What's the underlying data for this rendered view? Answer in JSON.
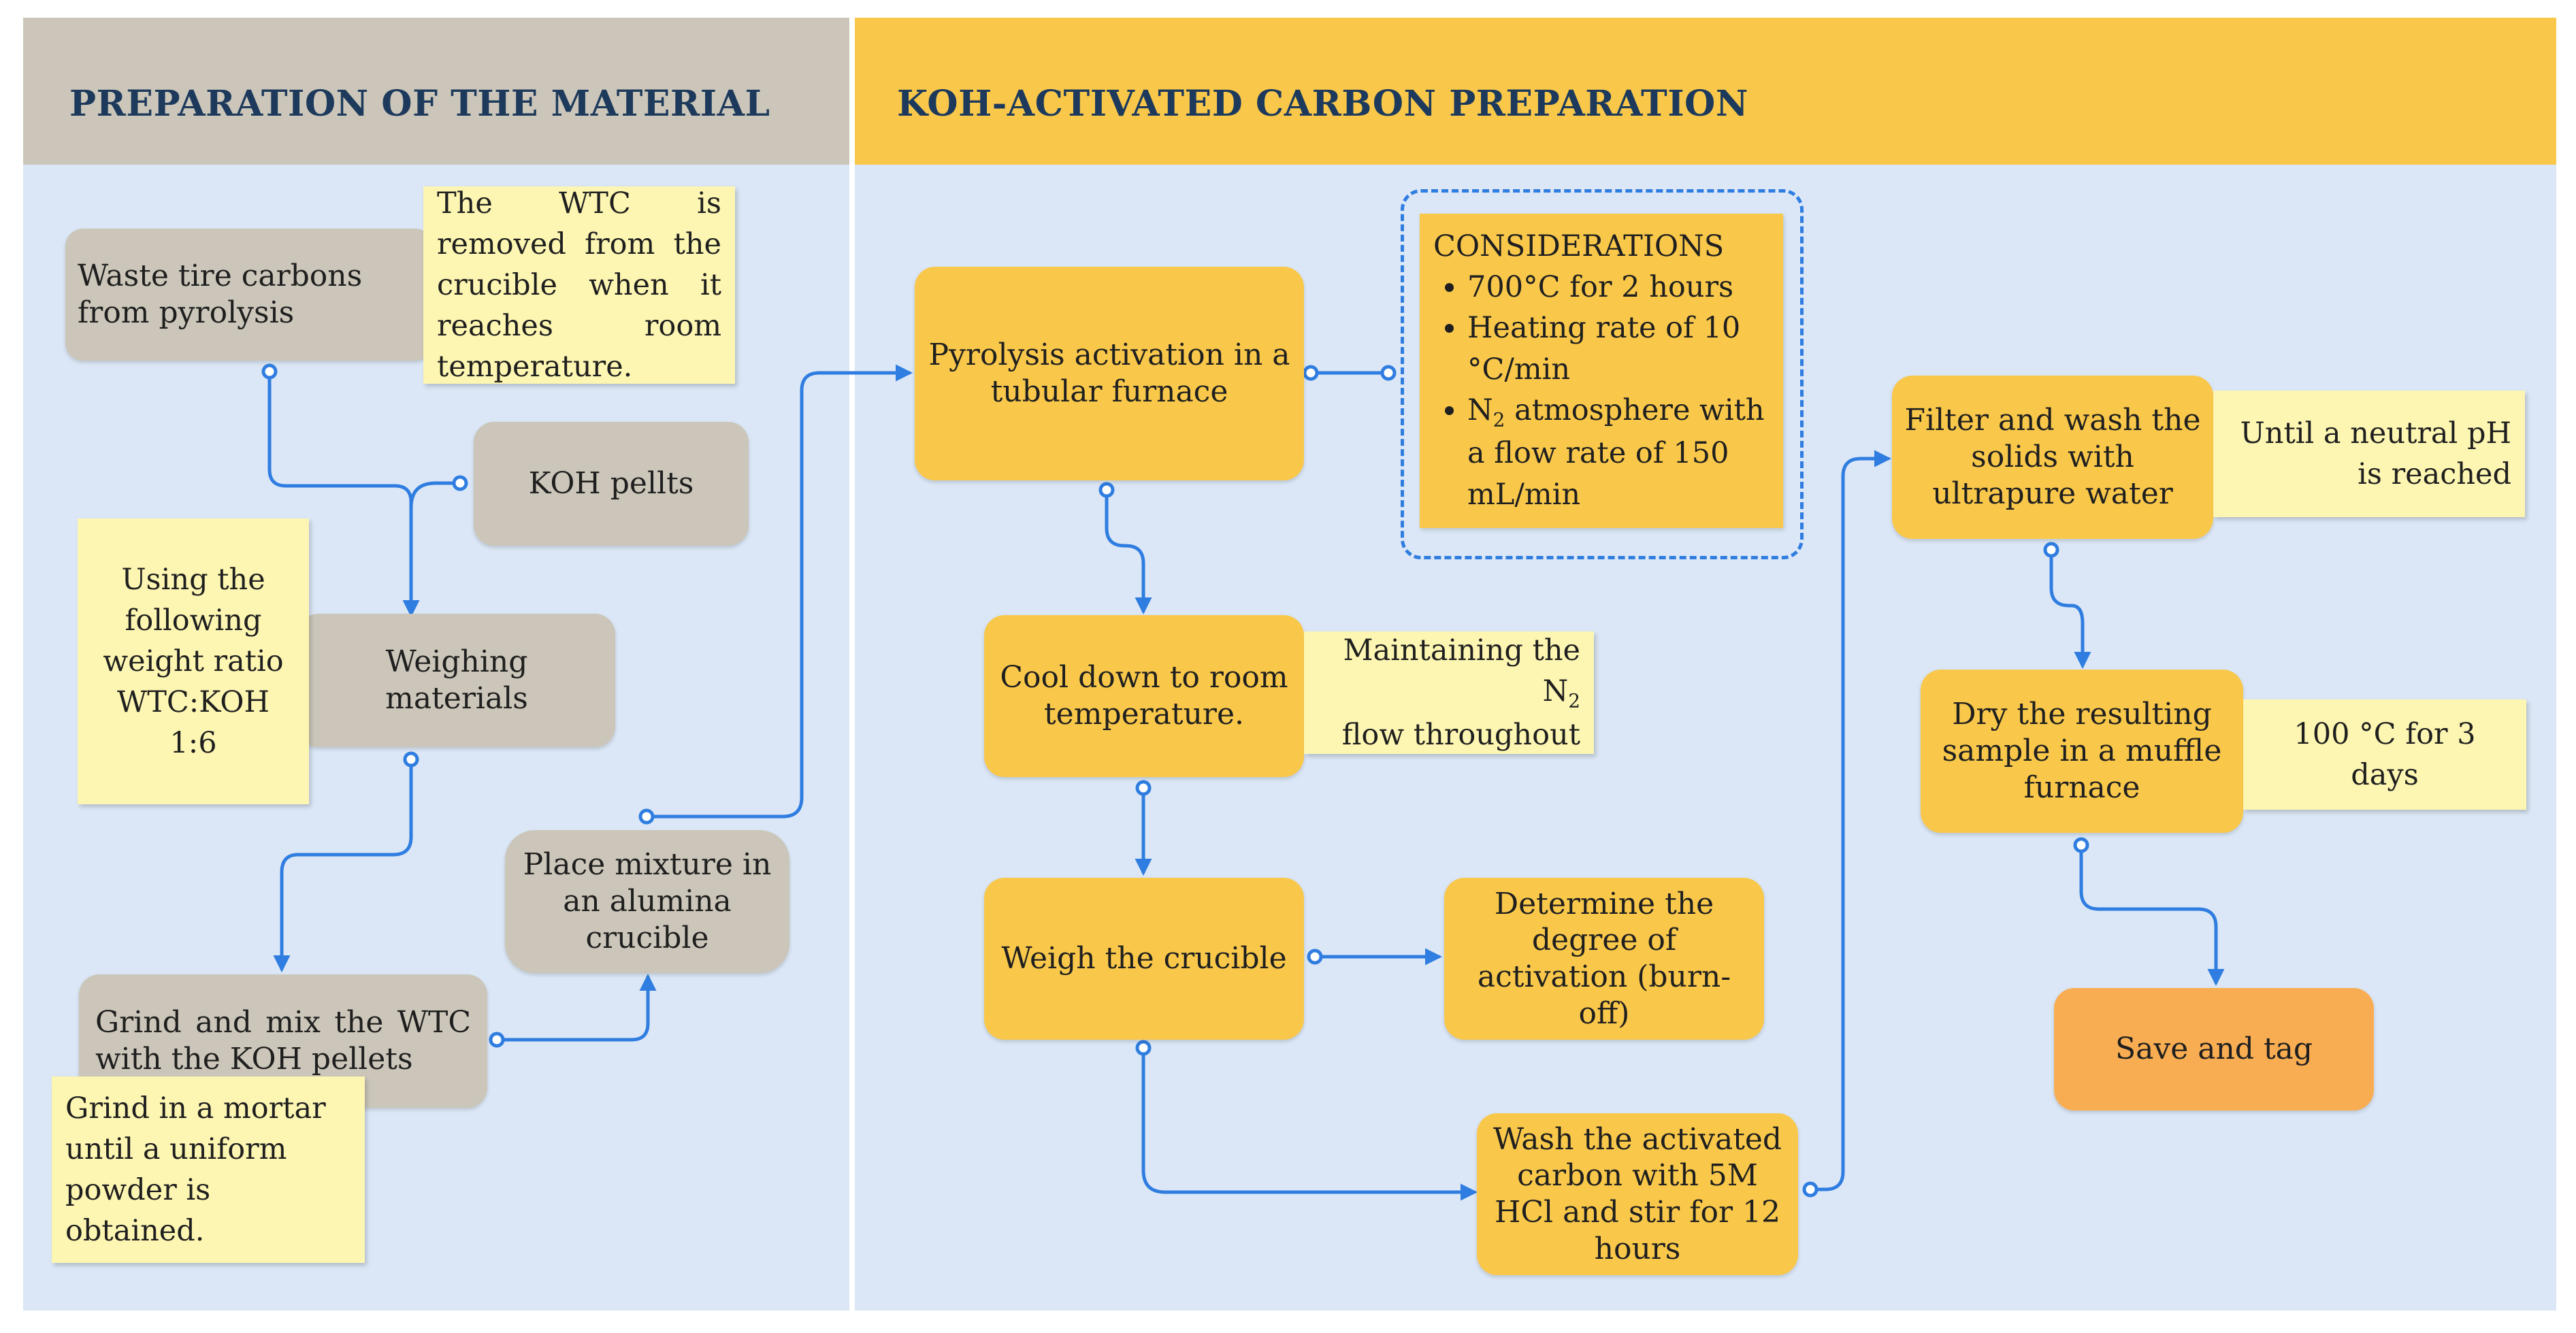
{
  "headers": {
    "left": "PREPARATION OF THE MATERIAL",
    "right": "KOH-ACTIVATED CARBON PREPARATION"
  },
  "nodes": {
    "waste_tire": "Waste tire carbons from pyrolysis",
    "koh_pellets": "KOH pellts",
    "weighing": "Weighing materials",
    "grind_mix": "Grind and mix the WTC with the KOH pellets",
    "place_mixture": "Place mixture in an alumina crucible",
    "pyrolysis_activation": "Pyrolysis activation in a tubular furnace",
    "cool_down": "Cool down to room temperature.",
    "weigh_crucible": "Weigh the crucible",
    "determine_degree": "Determine the degree of activation (burn-off)",
    "wash_hcl": "Wash the activated carbon with 5M HCl and stir for 12 hours",
    "filter_wash": "Filter and wash the solids with ultrapure water",
    "dry_sample": "Dry the resulting sample in a muffle furnace",
    "save_tag": "Save and tag"
  },
  "notes": {
    "wtc_removed": "The WTC is removed from the crucible when it reaches room temperature.",
    "weight_ratio": "Using the following weight ratio WTC:KOH 1:6",
    "grind_mortar": "Grind in a mortar until a uniform powder is obtained.",
    "maintaining_n2_prefix": "Maintaining the N",
    "maintaining_n2_sub": "2",
    "maintaining_n2_suffix": "flow throughout",
    "neutral_ph": "Until a neutral pH is reached",
    "dry_temp": "100 °C for 3 days"
  },
  "considerations": {
    "title": "CONSIDERATIONS",
    "item1": "700°C for 2 hours",
    "item2": "Heating rate of 10 °C/min",
    "item3_prefix": "N",
    "item3_sub": "2",
    "item3_suffix": " atmosphere with a flow rate of 150 mL/min"
  },
  "colors": {
    "background": "#dbe7f6",
    "left_header": "#cbc6b9",
    "right_header": "#f9c84b",
    "grey_box": "#cbc6b9",
    "gold_box": "#f9c84b",
    "final_box": "#f9ad52",
    "note": "#fdf6b2",
    "connector": "#2f7de0",
    "header_text": "#1d3a5c"
  }
}
